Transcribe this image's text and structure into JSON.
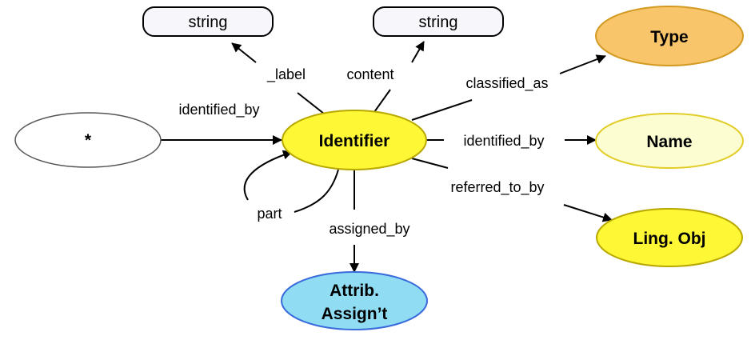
{
  "nodes": {
    "star": {
      "label": "*"
    },
    "identifier": {
      "label": "Identifier"
    },
    "type": {
      "label": "Type"
    },
    "name": {
      "label": "Name"
    },
    "ling_obj": {
      "label": "Ling. Obj"
    },
    "attrib_assign": {
      "line1": "Attrib.",
      "line2": "Assign’t"
    },
    "string_label": {
      "label": "string"
    },
    "string_content": {
      "label": "string"
    }
  },
  "edges": {
    "identified_by_in": "identified_by",
    "label": "_label",
    "content": "content",
    "classified_as": "classified_as",
    "identified_by_out": "identified_by",
    "referred_to_by": "referred_to_by",
    "part": "part",
    "assigned_by": "assigned_by"
  },
  "colors": {
    "identifier_fill": "#fdf735",
    "identifier_stroke": "#b9a800",
    "type_fill": "#f9c56a",
    "type_stroke": "#d39a22",
    "name_fill": "#fdfdd2",
    "name_stroke": "#e2cc27",
    "ling_fill": "#fdf735",
    "ling_stroke": "#b9a800",
    "attrib_fill": "#8fdcf3",
    "attrib_stroke": "#3a6bdc",
    "string_fill": "#f7f7fb",
    "star_fill": "#ffffff"
  }
}
